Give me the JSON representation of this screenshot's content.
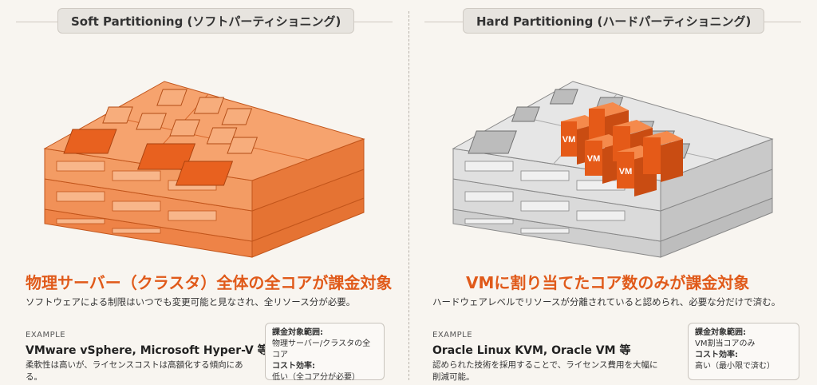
{
  "left": {
    "pill": "Soft Partitioning (ソフトパーティショニング)",
    "headline": "物理サーバー（クラスタ）全体の全コアが課金対象",
    "sub": "ソフトウェアによる制限はいつでも変更可能と見なされ、全リソース分が必要。",
    "example_label": "EXAMPLE",
    "example_title": "VMware vSphere, Microsoft Hyper-V 等",
    "example_note": "柔軟性は高いが、ライセンスコストは高額化する傾向にある。",
    "scope_key": "課金対象範囲:",
    "scope_val": "物理サーバー/クラスタの全コア",
    "cost_key": "コスト効率:",
    "cost_val": "低い（全コア分が必要）"
  },
  "right": {
    "pill": "Hard Partitioning (ハードパーティショニング)",
    "headline": "VMに割り当てたコア数のみが課金対象",
    "sub": "ハードウェアレベルでリソースが分離されていると認められ、必要な分だけで済む。",
    "example_label": "EXAMPLE",
    "example_title": "Oracle Linux KVM, Oracle VM 等",
    "example_note_1": "認められた技術を採用することで、ライセンス費用を大幅に",
    "example_note_2": "削減可能。",
    "scope_key": "課金対象範囲:",
    "scope_val": "VM割当コアのみ",
    "cost_key": "コスト効率:",
    "cost_val": "高い（最小限で済む）",
    "vm_label": "VM"
  },
  "colors": {
    "accent": "#e05a1a",
    "orange_light": "#f6a36e",
    "orange_mid": "#ee8347",
    "gray_light": "#e6e6e6",
    "gray_mid": "#cfcfcf"
  }
}
